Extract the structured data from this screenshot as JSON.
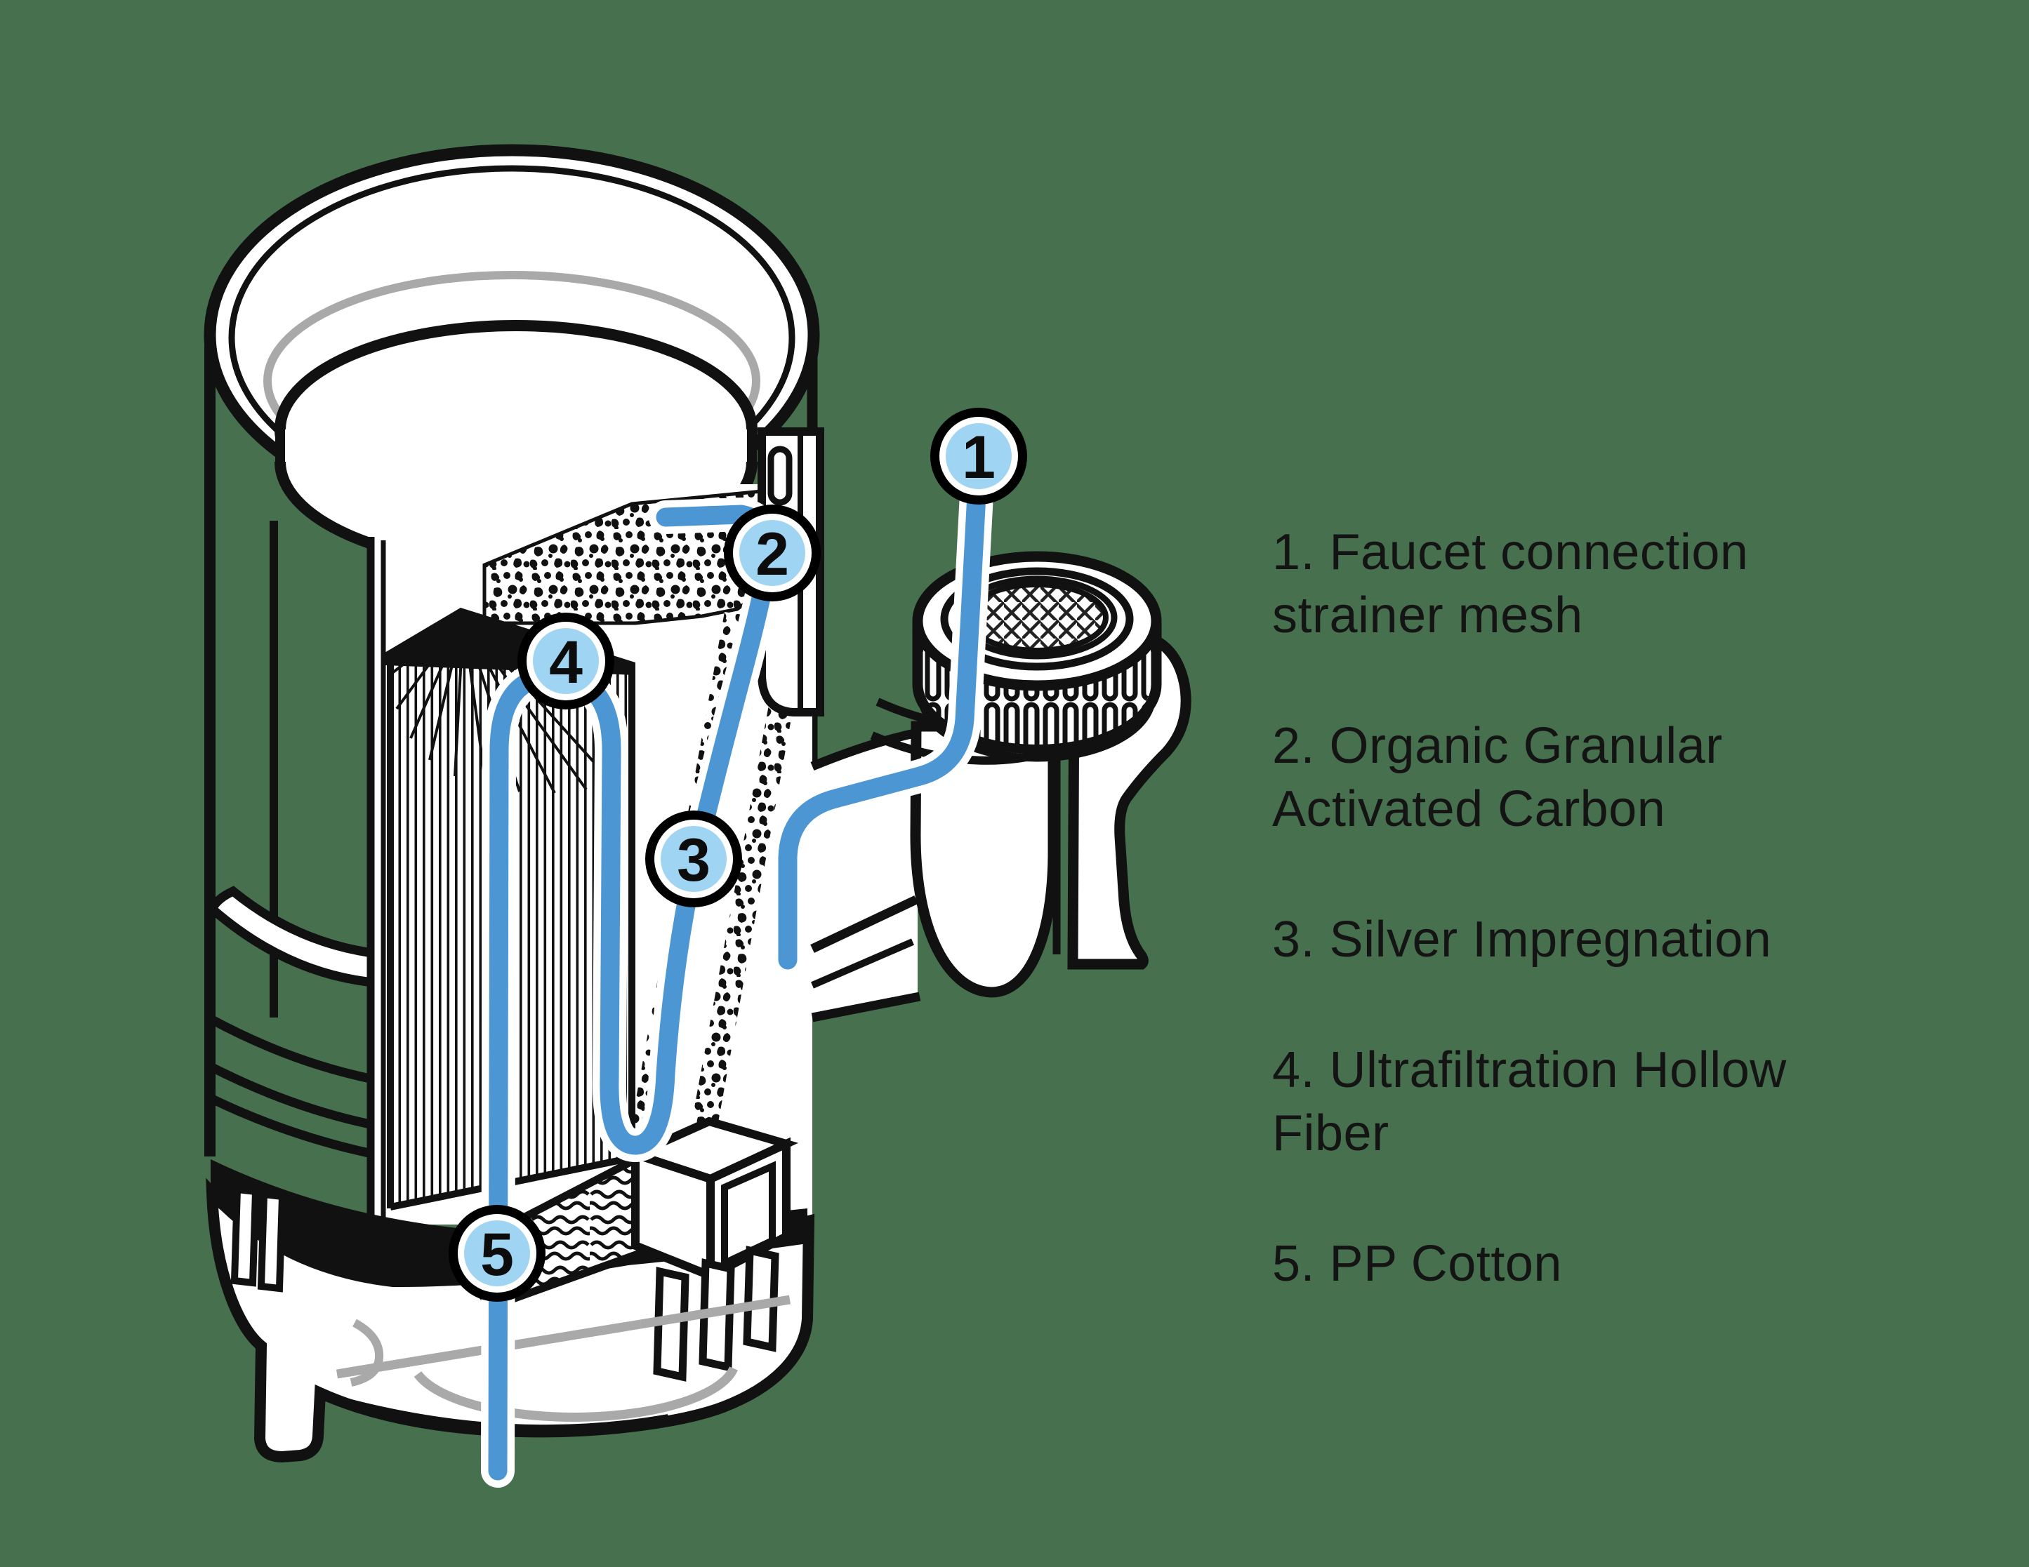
{
  "background_color": "#47704E",
  "illustration": {
    "subject": "faucet-mount-water-filter-cutaway",
    "colors": {
      "flow_line": "#4D96D4",
      "marker_fill": "#9FD4F2",
      "outline": "#111111",
      "detail_gray": "#A9A9A9",
      "background": "#47704E"
    },
    "markers": [
      {
        "number": "1"
      },
      {
        "number": "2"
      },
      {
        "number": "3"
      },
      {
        "number": "4"
      },
      {
        "number": "5"
      }
    ]
  },
  "legend": {
    "items": [
      {
        "number": "1",
        "lines": [
          "1. Faucet connection",
          "strainer mesh"
        ]
      },
      {
        "number": "2",
        "lines": [
          "2. Organic Granular",
          "Activated Carbon"
        ]
      },
      {
        "number": "3",
        "lines": [
          "3. Silver Impregnation"
        ]
      },
      {
        "number": "4",
        "lines": [
          "4. Ultrafiltration Hollow",
          "Fiber"
        ]
      },
      {
        "number": "5",
        "lines": [
          "5. PP Cotton"
        ]
      }
    ]
  }
}
